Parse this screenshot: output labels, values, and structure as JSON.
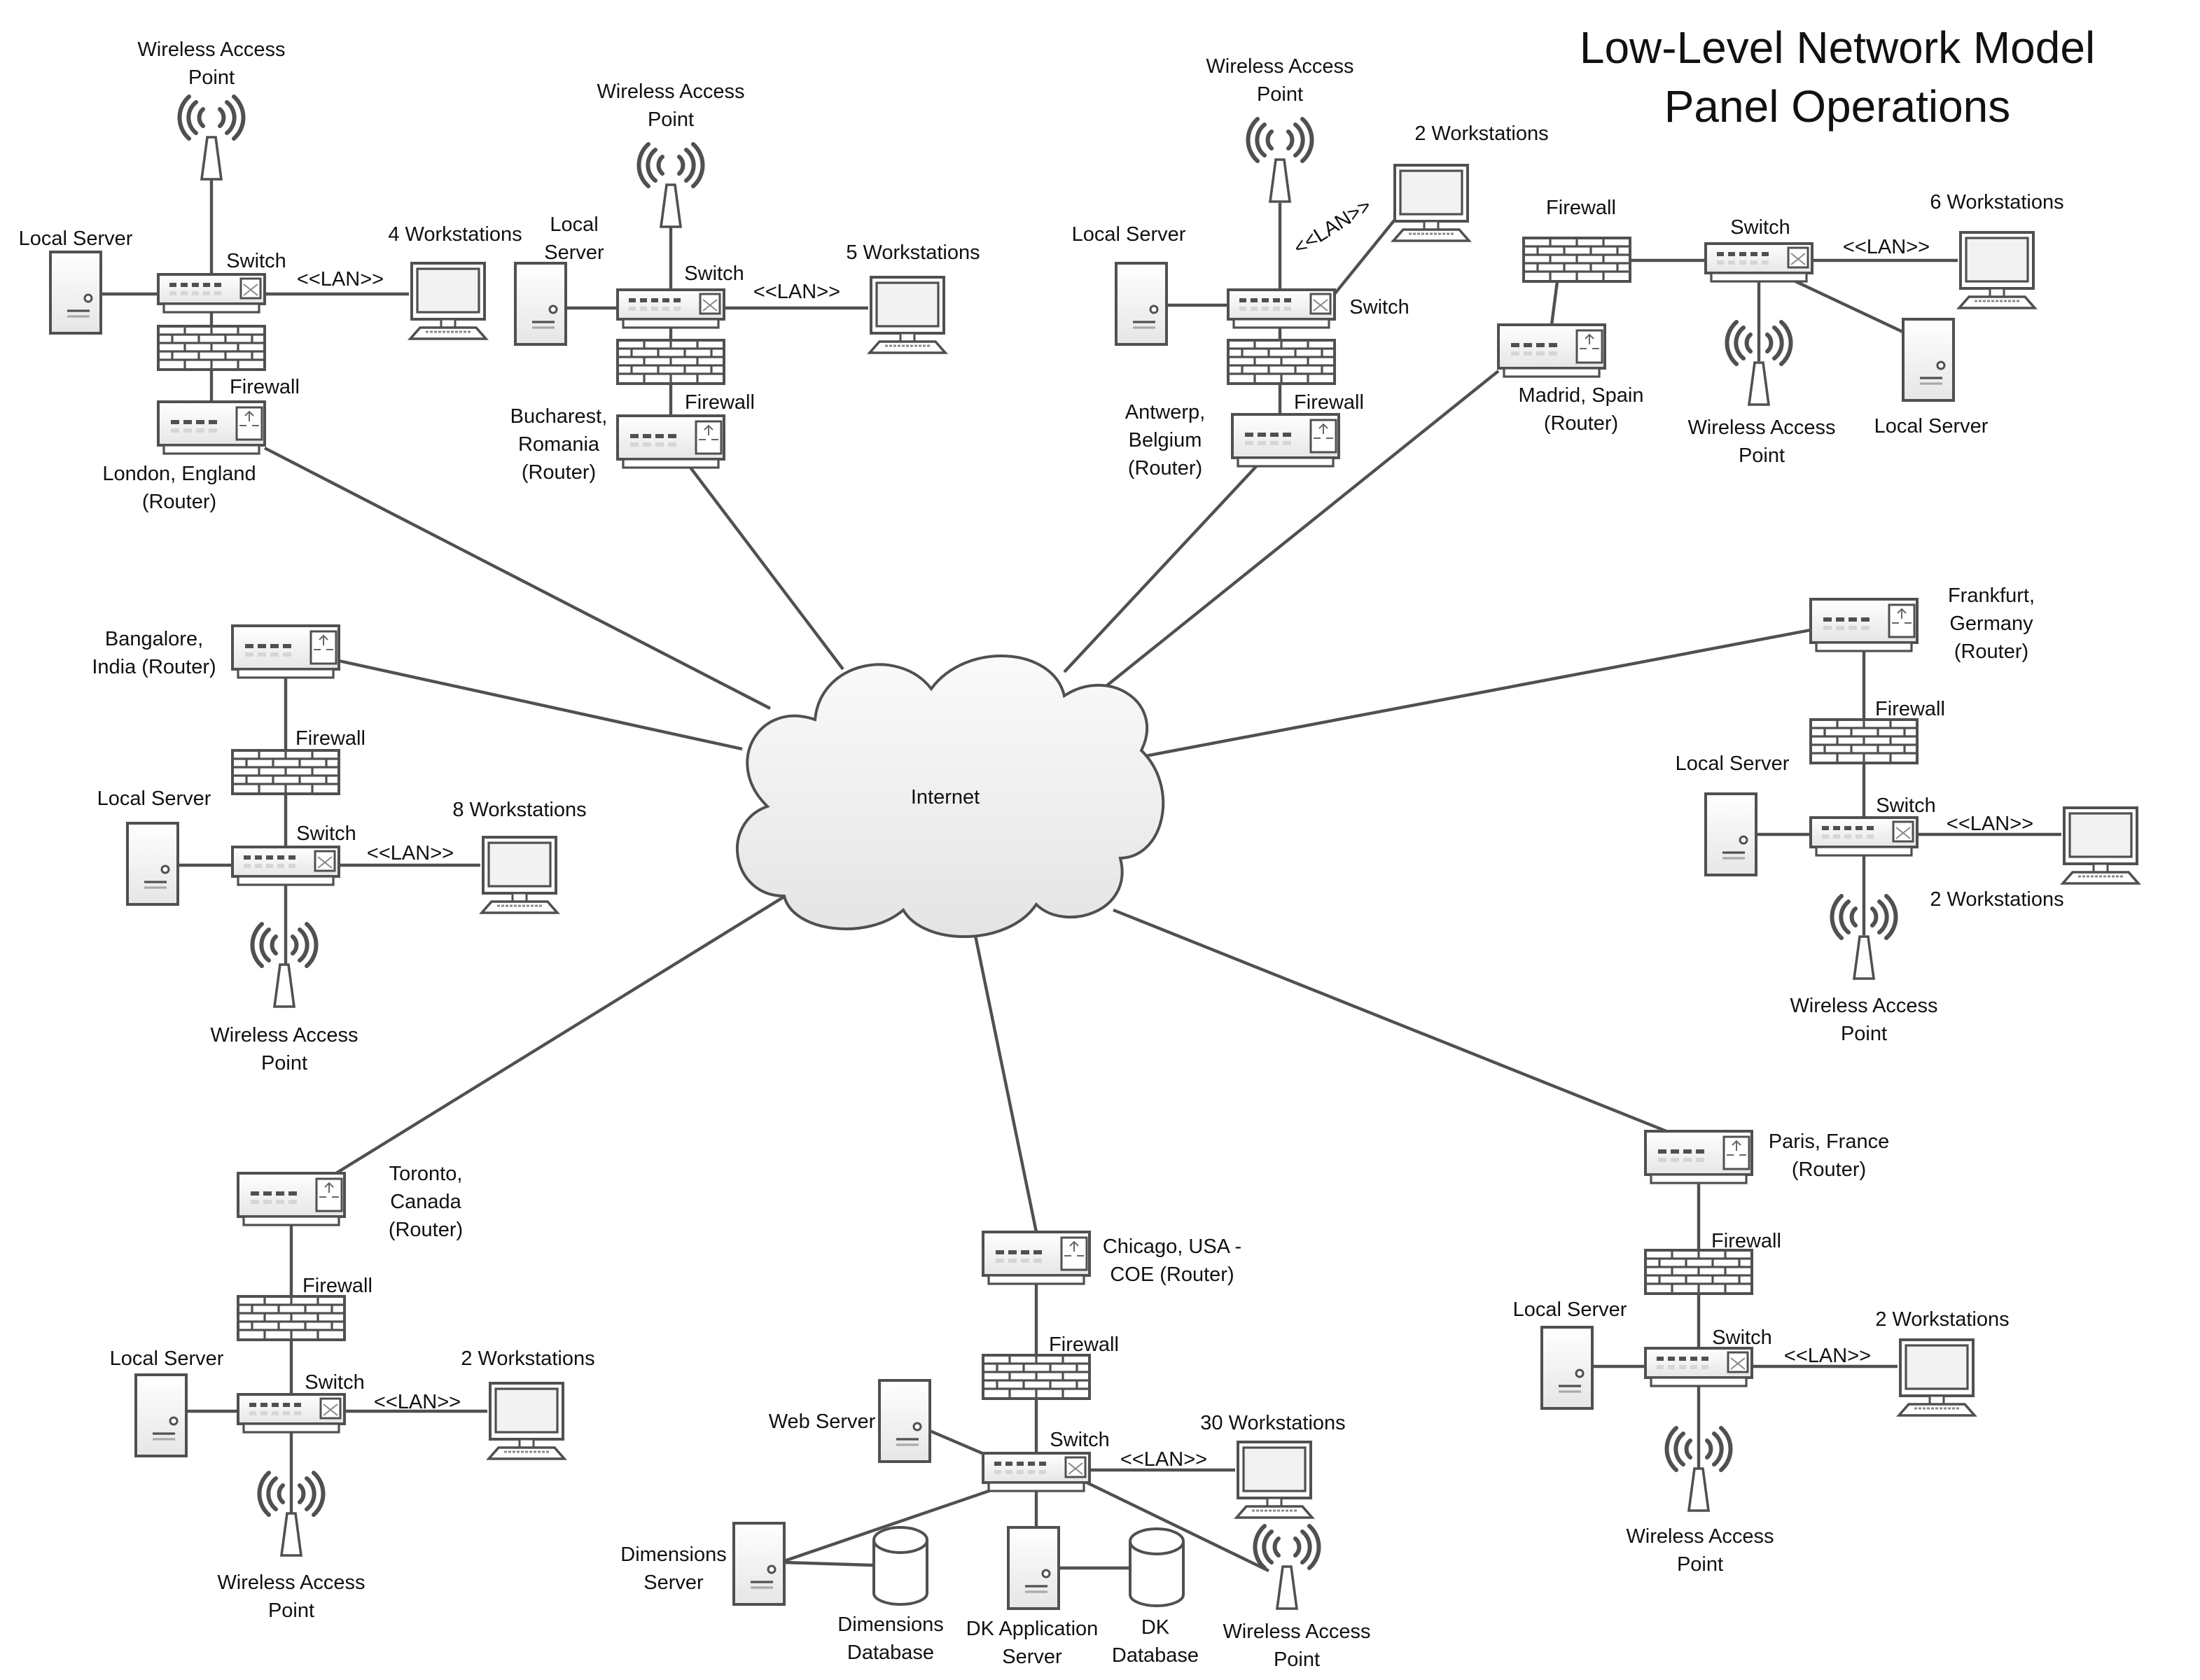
{
  "title": [
    "Low-Level Network Model",
    "Panel Operations"
  ],
  "internet": "Internet",
  "colors": {
    "stroke": "#505050",
    "device_fill": "#f4f4f4",
    "cloud_fill": "#f0f0f0"
  },
  "sites": {
    "london": {
      "router": [
        "London, England",
        "(Router)"
      ],
      "firewall": "Firewall",
      "switch": "Switch",
      "lan": "<<LAN>>",
      "workstations": "4 Workstations",
      "server": "Local Server",
      "wap": [
        "Wireless Access",
        "Point"
      ]
    },
    "bucharest": {
      "router": [
        "Bucharest,",
        "Romania",
        "(Router)"
      ],
      "firewall": "Firewall",
      "switch": "Switch",
      "lan": "<<LAN>>",
      "workstations": "5 Workstations",
      "server": [
        "Local",
        "Server"
      ],
      "wap": [
        "Wireless Access",
        "Point"
      ]
    },
    "antwerp": {
      "router": [
        "Antwerp,",
        "Belgium",
        "(Router)"
      ],
      "firewall": "Firewall",
      "switch": "Switch",
      "lan": "<<LAN>>",
      "workstations": "2 Workstations",
      "server": "Local Server",
      "wap": [
        "Wireless Access",
        "Point"
      ]
    },
    "madrid": {
      "router": [
        "Madrid, Spain",
        "(Router)"
      ],
      "firewall": "Firewall",
      "switch": "Switch",
      "lan": "<<LAN>>",
      "workstations": "6 Workstations",
      "server": "Local Server",
      "wap": [
        "Wireless Access",
        "Point"
      ]
    },
    "frankfurt": {
      "router": [
        "Frankfurt,",
        "Germany",
        "(Router)"
      ],
      "firewall": "Firewall",
      "switch": "Switch",
      "lan": "<<LAN>>",
      "workstations": "2 Workstations",
      "server": "Local Server",
      "wap": [
        "Wireless Access",
        "Point"
      ]
    },
    "bangalore": {
      "router": [
        "Bangalore,",
        "India (Router)"
      ],
      "firewall": "Firewall",
      "switch": "Switch",
      "lan": "<<LAN>>",
      "workstations": "8 Workstations",
      "server": "Local Server",
      "wap": [
        "Wireless Access",
        "Point"
      ]
    },
    "toronto": {
      "router": [
        "Toronto,",
        "Canada",
        "(Router)"
      ],
      "firewall": "Firewall",
      "switch": "Switch",
      "lan": "<<LAN>>",
      "workstations": "2 Workstations",
      "server": "Local Server",
      "wap": [
        "Wireless Access",
        "Point"
      ]
    },
    "chicago": {
      "router": [
        "Chicago, USA -",
        "COE (Router)"
      ],
      "firewall": "Firewall",
      "switch": "Switch",
      "lan": "<<LAN>>",
      "workstations": "30 Workstations",
      "web_server": "Web Server",
      "dimensions_server": [
        "Dimensions",
        "Server"
      ],
      "dimensions_db": [
        "Dimensions",
        "Database"
      ],
      "dk_app_server": [
        "DK Application",
        "Server"
      ],
      "dk_db": [
        "DK",
        "Database"
      ],
      "wap": [
        "Wireless Access",
        "Point"
      ]
    },
    "paris": {
      "router": [
        "Paris, France",
        "(Router)"
      ],
      "firewall": "Firewall",
      "switch": "Switch",
      "lan": "<<LAN>>",
      "workstations": "2 Workstations",
      "server": "Local Server",
      "wap": [
        "Wireless Access",
        "Point"
      ]
    }
  }
}
